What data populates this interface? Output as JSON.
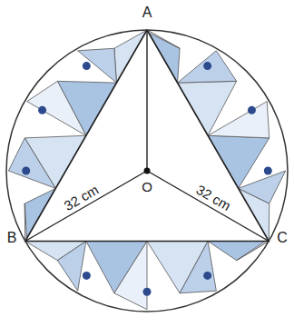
{
  "diagram": {
    "labels": [
      "A",
      "B",
      "C",
      "O",
      "32 cm",
      "32 cm"
    ]
  }
}
